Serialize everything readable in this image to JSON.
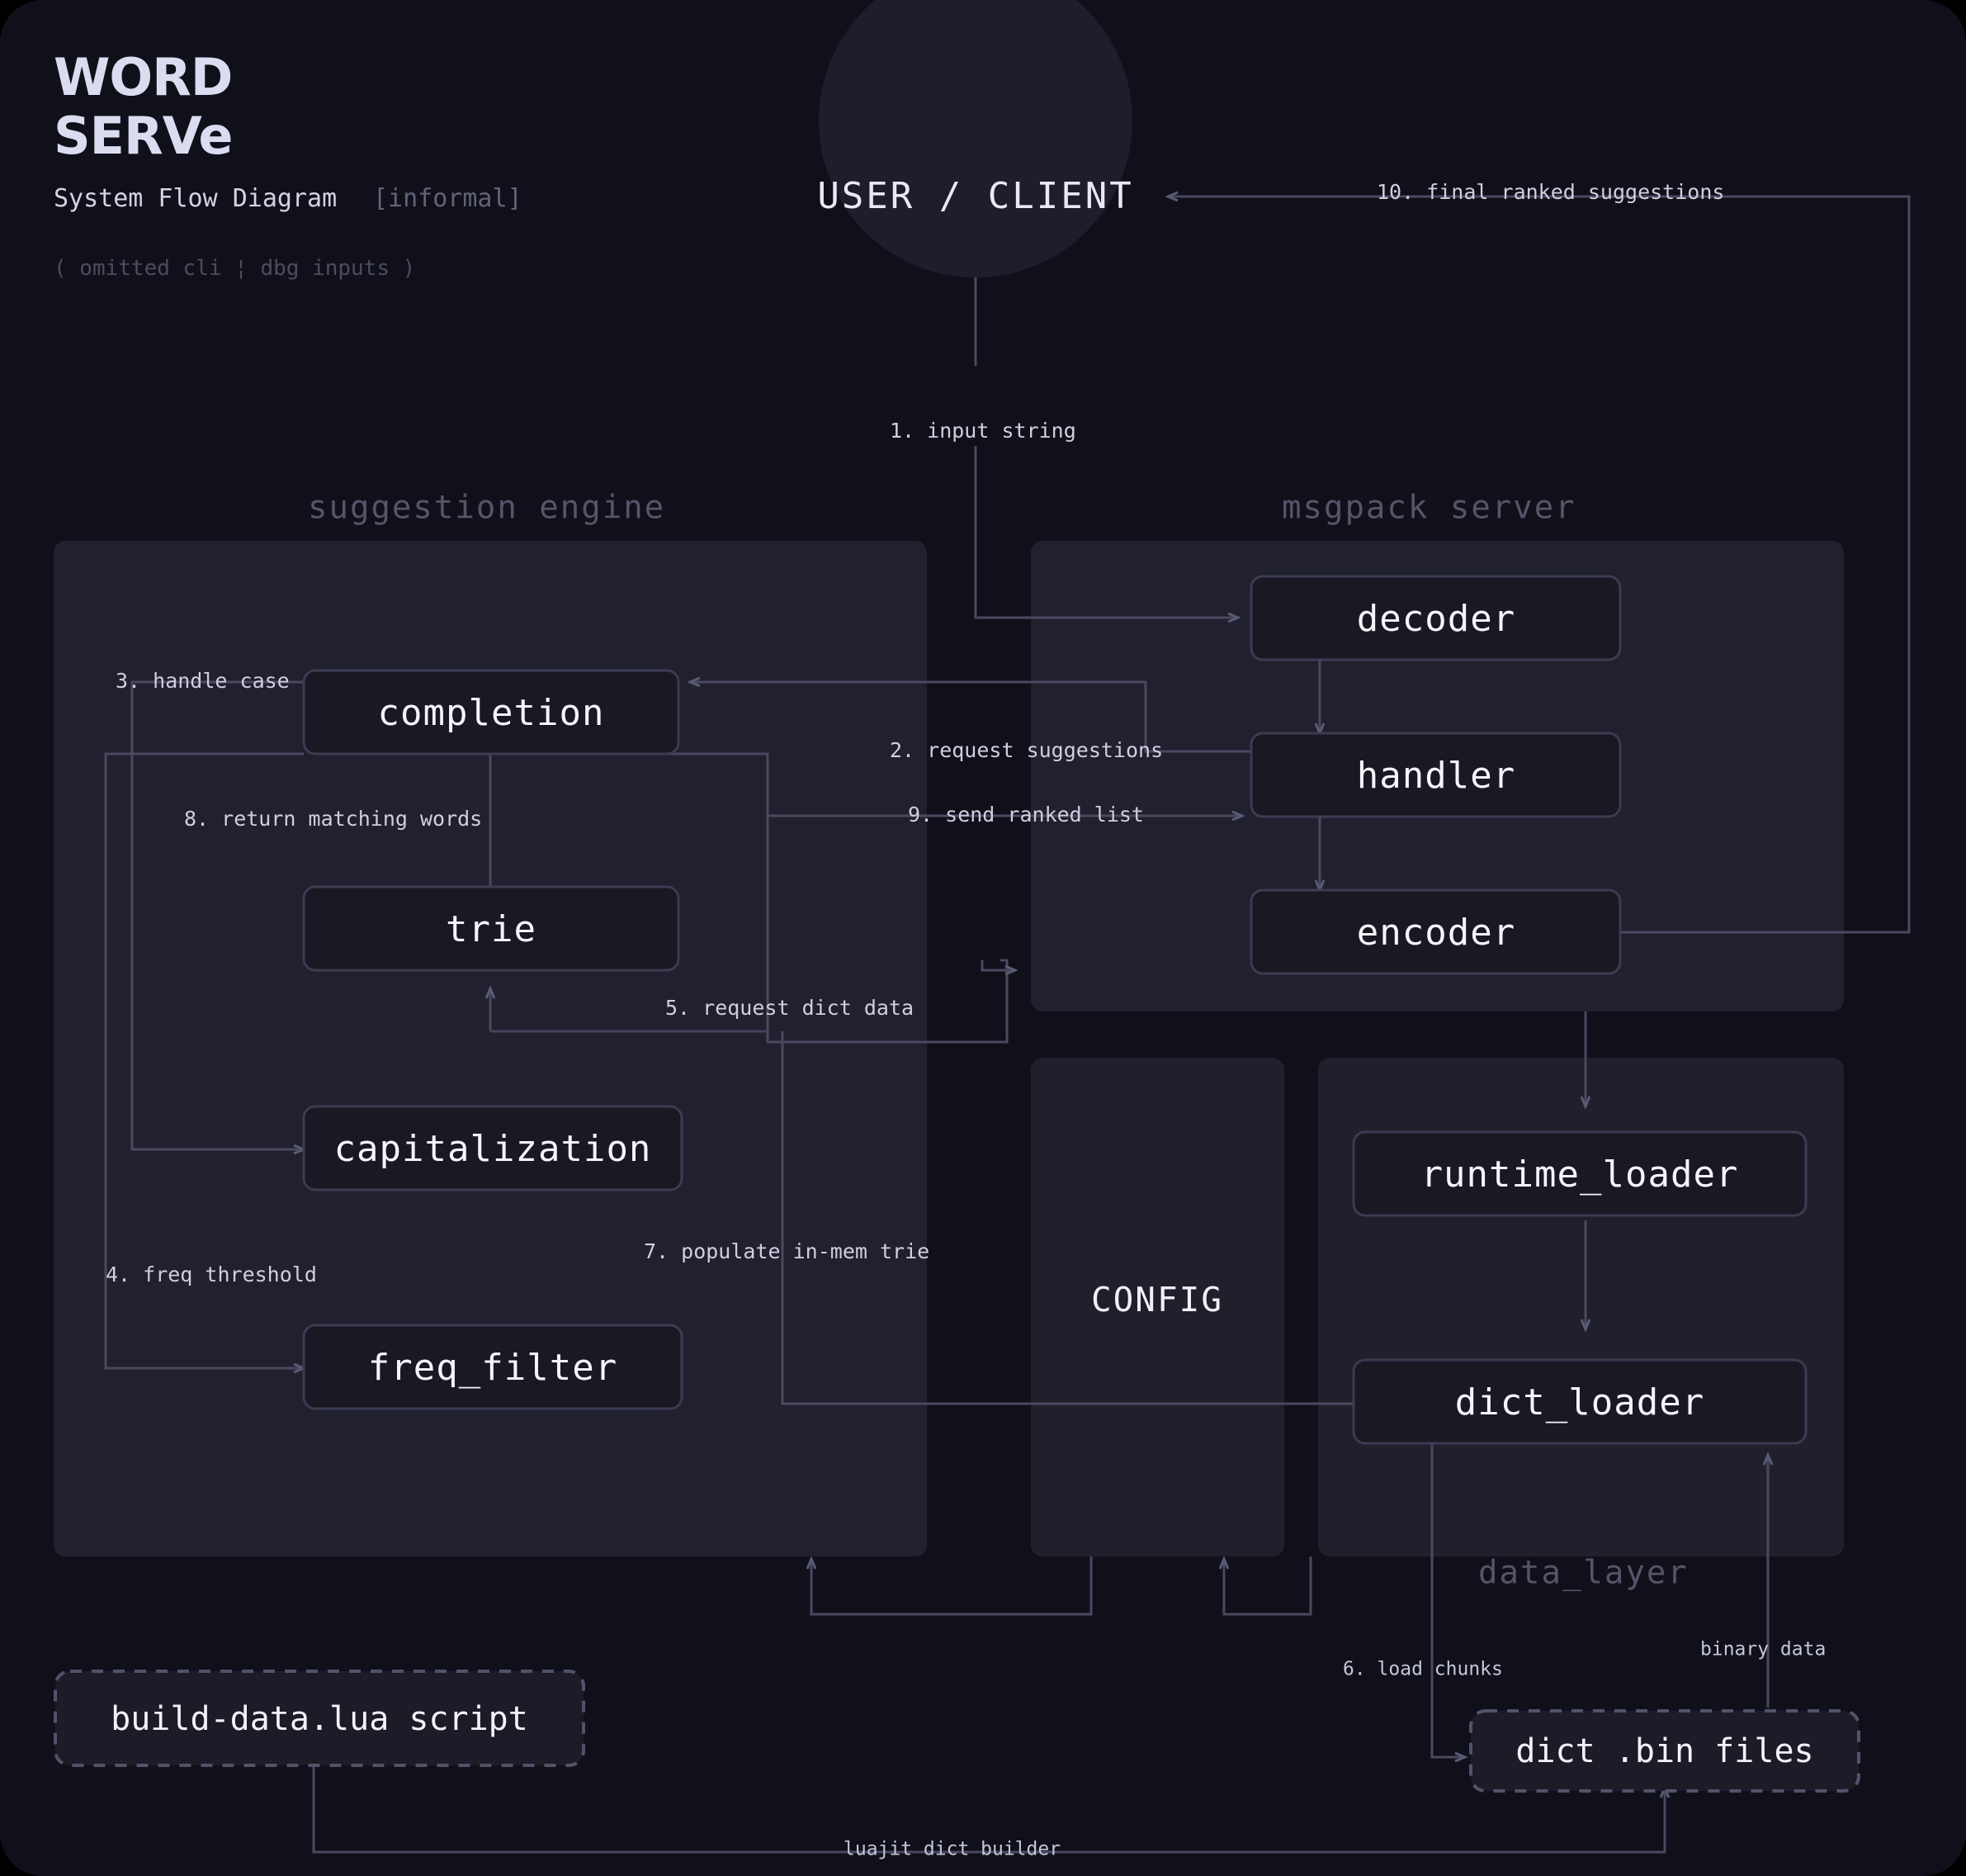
{
  "header": {
    "brand_line1": "WORD",
    "brand_line2": "SERVe",
    "subtitle": "System Flow Diagram",
    "subtitle_tag": "[informal]",
    "omitted_note": "( omitted cli ¦ dbg inputs )"
  },
  "actor": {
    "label": "USER / CLIENT"
  },
  "panels": {
    "suggestion_engine": "suggestion engine",
    "msgpack_server": "msgpack server",
    "data_layer": "data_layer"
  },
  "nodes": {
    "completion": "completion",
    "trie": "trie",
    "capitalization": "capitalization",
    "freq_filter": "freq_filter",
    "decoder": "decoder",
    "handler": "handler",
    "encoder": "encoder",
    "config": "CONFIG",
    "runtime_loader": "runtime_loader",
    "dict_loader": "dict_loader",
    "build_script": "build-data.lua script",
    "dict_bin": "dict .bin files"
  },
  "edges": {
    "e1": "1. input string",
    "e2": "2. request suggestions",
    "e3": "3. handle case",
    "e4": "4. freq threshold",
    "e5": "5. request dict data",
    "e6": "6. load chunks",
    "e7": "7. populate in-mem trie",
    "e8": "8. return matching words",
    "e9": "9. send ranked list",
    "e10": "10. final ranked suggestions",
    "binary_data": "binary data",
    "luajit_builder": "luajit dict builder"
  },
  "colors": {
    "background": "#000000",
    "canvas": "#10101a",
    "panel": "#21202e",
    "node_fill": "#191823",
    "node_stroke": "#3c3b52",
    "edge": "#4a4960",
    "text": "#f2f2f7",
    "text_dim": "#555468",
    "brand": "#dcdcf0"
  }
}
